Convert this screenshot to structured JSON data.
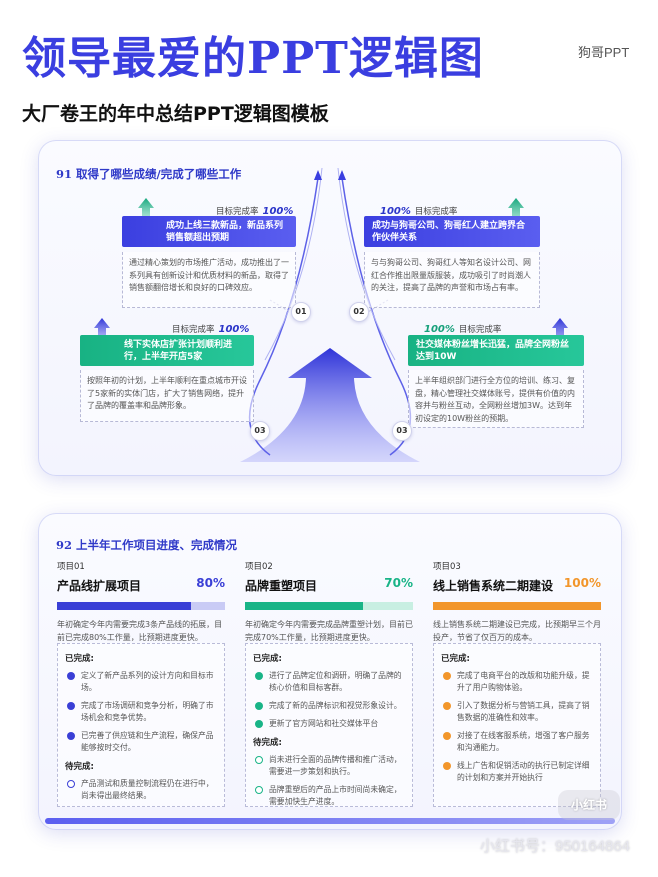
{
  "header": {
    "title": "领导最爱的PPT逻辑图",
    "brand": "狗哥PPT",
    "subtitle": "大厂卷王的年中总结PPT逻辑图模板"
  },
  "section1": {
    "title": "91 取得了哪些成绩/完成了哪些工作",
    "items": [
      {
        "rate_label": "目标完成率",
        "rate_value": "100%",
        "heading": "成功上线三款新品，新品系列销售额超出预期",
        "desc": "通过精心策划的市场推广活动，成功推出了一系列具有创新设计和优质材料的新品，取得了销售额翻倍增长和良好的口碑效应。",
        "node": "01"
      },
      {
        "rate_label": "目标完成率",
        "rate_value": "100%",
        "heading": "成功与狗哥公司、狗哥红人建立跨界合作伙伴关系",
        "desc": "与与狗哥公司、狗哥红人等知名设计公司、网红合作推出限量版服装，成功吸引了时尚潮人的关注，提高了品牌的声誉和市场占有率。",
        "node": "02"
      },
      {
        "rate_label": "目标完成率",
        "rate_value": "100%",
        "heading": "线下实体店扩张计划顺利进行，上半年开店5家",
        "desc": "按照年初的计划，上半年顺利在重点城市开设了5家新的实体门店，扩大了销售网络，提升了品牌的覆盖率和品牌形象。",
        "node": "03"
      },
      {
        "rate_label": "目标完成率",
        "rate_value": "100%",
        "heading": "社交媒体粉丝增长迅猛，品牌全网粉丝达到10W",
        "desc": "上半年组织部门进行全方位的培训、练习、复盘，精心管理社交媒体账号，提供有价值的内容并与粉丝互动，全网粉丝增加3W。达到年初设定的10W粉丝的预期。",
        "node": "03"
      }
    ]
  },
  "section2": {
    "title": "92 上半年工作项目进度、完成情况",
    "projects": [
      {
        "label": "项目01",
        "title": "产品线扩展项目",
        "percent": "80%",
        "progress": 0.8,
        "color": "#3a3fd6",
        "track": "#c9cbf5",
        "desc": "年初确定今年内需要完成3条产品线的拓展，目前已完成80%工作量，比预期进度更快。",
        "done_label": "已完成:",
        "done": [
          "定义了新产品系列的设计方向和目标市场。",
          "完成了市场调研和竞争分析，明确了市场机会和竞争优势。",
          "已完善了供应链和生产流程，确保产品能够按时交付。"
        ],
        "todo_label": "待完成:",
        "todo": [
          "产品测试和质量控制流程仍在进行中，尚未得出最终结果。"
        ]
      },
      {
        "label": "项目02",
        "title": "品牌重塑项目",
        "percent": "70%",
        "progress": 0.7,
        "color": "#19b487",
        "track": "#c8efe2",
        "desc": "年初确定今年内需要完成品牌重塑计划，目前已完成70%工作量，比预期进度更快。",
        "done_label": "已完成:",
        "done": [
          "进行了品牌定位和调研，明确了品牌的核心价值和目标客群。",
          "完成了新的品牌标识和视觉形象设计。",
          "更新了官方网站和社交媒体平台"
        ],
        "todo_label": "待完成:",
        "todo": [
          "尚未进行全面的品牌传播和推广活动，需要进一步策划和执行。",
          "品牌重塑后的产品上市时间尚未确定，需要加快生产进度。"
        ]
      },
      {
        "label": "项目03",
        "title": "线上销售系统二期建设",
        "percent": "100%",
        "progress": 1.0,
        "color": "#f2962b",
        "track": "#fde2c0",
        "desc": "线上销售系统二期建设已完成，比预期早三个月投产，节省了仅百万的成本。",
        "done_label": "已完成:",
        "done": [
          "完成了电商平台的改版和功能升级，提升了用户购物体验。",
          "引入了数据分析与营销工具，提高了销售数据的准确性和效率。",
          "对接了在线客服系统，增强了客户服务和沟通能力。",
          "线上广告和促销活动的执行已制定详细的计划和方案并开始执行"
        ]
      }
    ]
  },
  "footer": {
    "watermark": "小红书号：950164864",
    "logo": "小红书"
  },
  "colors": {
    "accent_blue": "#3a3ee0",
    "green": "#19b487",
    "orange": "#f2962b"
  }
}
